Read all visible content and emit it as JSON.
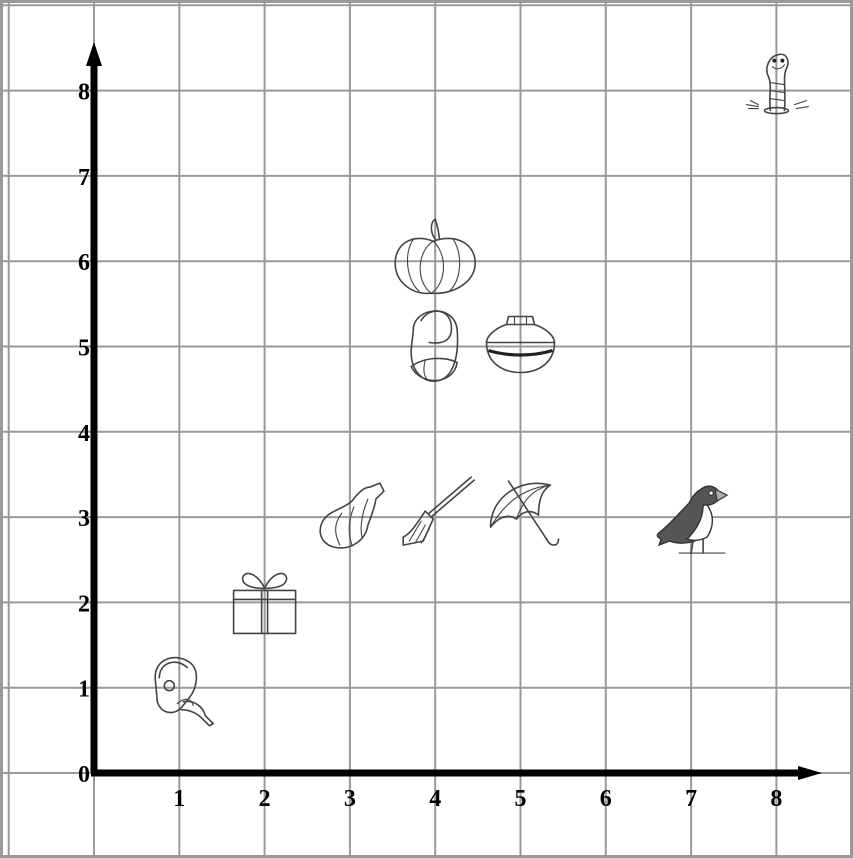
{
  "chart_data": {
    "type": "scatter",
    "title": "",
    "xlabel": "",
    "ylabel": "",
    "xlim": [
      0,
      8
    ],
    "ylim": [
      0,
      8
    ],
    "grid": true,
    "x_tick_labels": [
      "1",
      "2",
      "3",
      "4",
      "5",
      "6",
      "7",
      "8"
    ],
    "y_tick_labels": [
      "0",
      "1",
      "2",
      "3",
      "4",
      "5",
      "6",
      "7",
      "8"
    ],
    "points": [
      {
        "icon": "tape-dispenser-icon",
        "x": 1,
        "y": 1
      },
      {
        "icon": "gift-box-icon",
        "x": 2,
        "y": 2
      },
      {
        "icon": "squash-icon",
        "x": 3,
        "y": 3
      },
      {
        "icon": "broom-icon",
        "x": 4,
        "y": 3
      },
      {
        "icon": "umbrella-icon",
        "x": 5,
        "y": 3
      },
      {
        "icon": "puffin-icon",
        "x": 7,
        "y": 3
      },
      {
        "icon": "acorn-icon",
        "x": 4,
        "y": 5
      },
      {
        "icon": "pot-icon",
        "x": 5,
        "y": 5
      },
      {
        "icon": "pumpkin-icon",
        "x": 4,
        "y": 6
      },
      {
        "icon": "worm-icon",
        "x": 8,
        "y": 8
      }
    ]
  }
}
